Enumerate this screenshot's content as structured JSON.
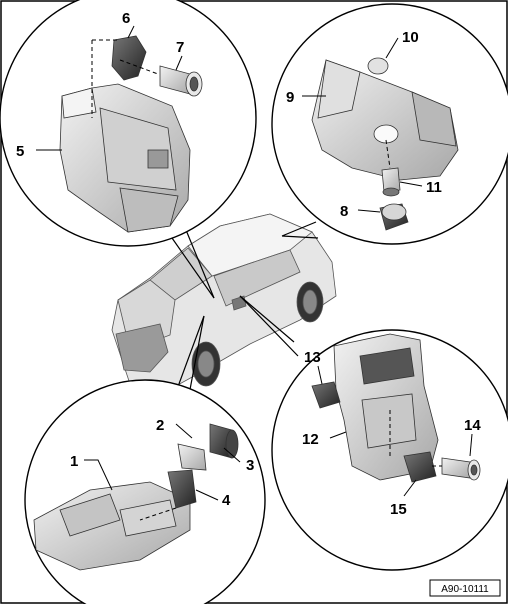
{
  "figure": {
    "reference": "A90-10111",
    "callouts": [
      "1",
      "2",
      "3",
      "4",
      "5",
      "6",
      "7",
      "8",
      "9",
      "10",
      "11",
      "12",
      "13",
      "14",
      "15"
    ]
  },
  "colors": {
    "line": "#000000",
    "part_light": "#dcdcdc",
    "part_mid": "#b4b4b4",
    "part_dark": "#3a3a3a",
    "background": "#ffffff"
  }
}
